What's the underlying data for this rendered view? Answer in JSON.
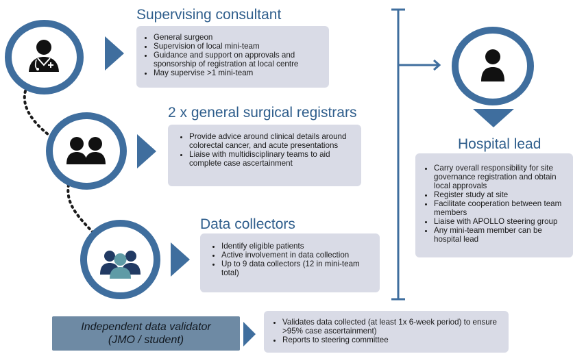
{
  "roles": [
    {
      "id": "consultant",
      "title": "Supervising consultant",
      "icon": "doctor-icon",
      "bullets": [
        "General surgeon",
        "Supervision of local mini-team",
        "Guidance and support on approvals and sponsorship of registration at local centre",
        "May supervise >1 mini-team"
      ]
    },
    {
      "id": "registrars",
      "title": "2 x general surgical registrars",
      "icon": "two-people-icon",
      "bullets": [
        "Provide advice around clinical details around colorectal cancer, and acute presentations",
        "Liaise with multidisciplinary teams to aid complete case ascertainment"
      ]
    },
    {
      "id": "collectors",
      "title": "Data collectors",
      "icon": "group-icon",
      "bullets": [
        "Identify eligible patients",
        "Active involvement in data collection",
        "Up to 9 data collectors (12 in mini-team total)"
      ]
    }
  ],
  "hospital_lead": {
    "title": "Hospital lead",
    "icon": "person-icon",
    "bullets": [
      "Carry overall responsibility for site governance registration and obtain local approvals",
      "Register study at site",
      "Facilitate cooperation between team members",
      "Liaise with APOLLO steering group",
      "Any mini-team member can be hospital lead"
    ]
  },
  "validator": {
    "label_line1": "Independent data validator",
    "label_line2": "(JMO / student)",
    "bullets": [
      "Validates data collected (at least 1x 6-week period) to ensure >95% case ascertainment)",
      "Reports to steering committee"
    ]
  },
  "colors": {
    "accent": "#3f6e9e",
    "heading": "#2f5e8c",
    "box_bg": "#d9dbe6",
    "validator_bg": "#6e8aa4",
    "collector_teal": "#5f9ba6",
    "collector_navy": "#213a63"
  }
}
